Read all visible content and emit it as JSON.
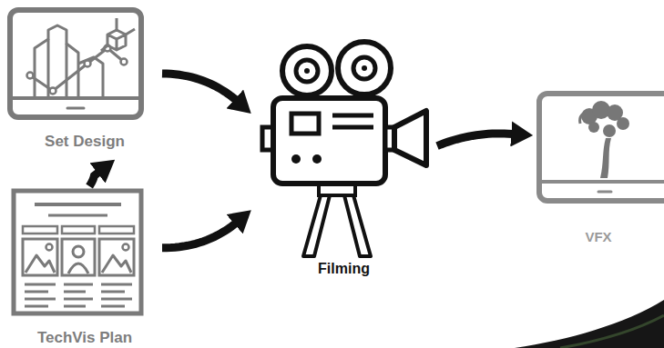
{
  "diagram": {
    "nodes": [
      {
        "text": [
          "Set Design"
        ]
      },
      {
        "text": [
          "TechVis Plan"
        ]
      },
      {
        "text": [
          "Filming"
        ]
      },
      {
        "text": [
          "VFX"
        ]
      }
    ],
    "edges": [
      {
        "from": 1,
        "to": 0,
        "arrow": "to"
      },
      {
        "from": 0,
        "to": 2,
        "arrow": "to"
      },
      {
        "from": 1,
        "to": 2,
        "arrow": "to"
      },
      {
        "from": 2,
        "to": 3,
        "arrow": "to"
      }
    ]
  }
}
